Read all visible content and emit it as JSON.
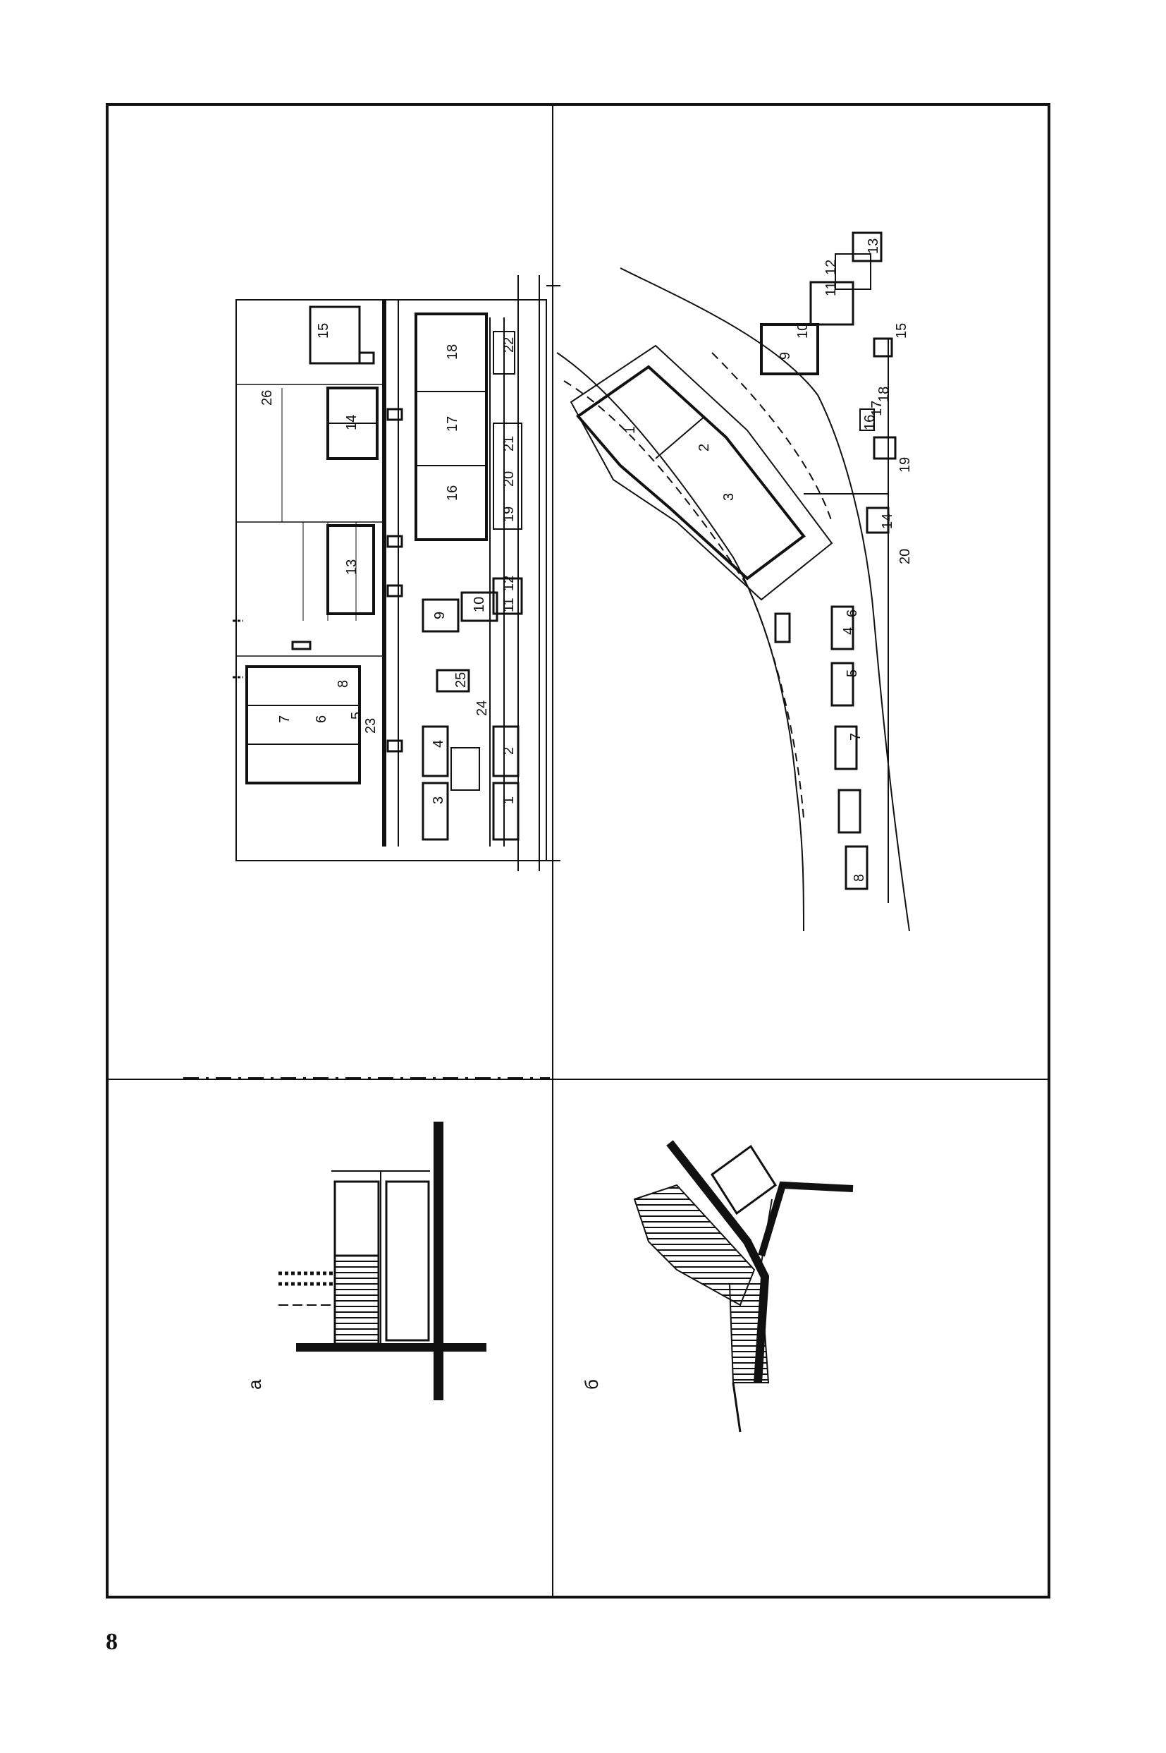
{
  "page": {
    "number": "8"
  },
  "panels": {
    "a": {
      "letter": "а"
    },
    "b": {
      "letter": "б"
    }
  },
  "plan_a_labels": [
    "1",
    "2",
    "3",
    "4",
    "5",
    "6",
    "7",
    "8",
    "9",
    "10",
    "11",
    "12",
    "13",
    "14",
    "15",
    "16",
    "17",
    "18",
    "19",
    "20",
    "21",
    "22",
    "23",
    "24",
    "25",
    "26"
  ],
  "plan_b_labels": [
    "1",
    "2",
    "3",
    "4",
    "5",
    "6",
    "7",
    "8",
    "9",
    "10",
    "11",
    "12",
    "13",
    "14",
    "15",
    "16",
    "17",
    "18",
    "19",
    "20"
  ],
  "colors": {
    "ink": "#111111",
    "paper": "#ffffff"
  }
}
